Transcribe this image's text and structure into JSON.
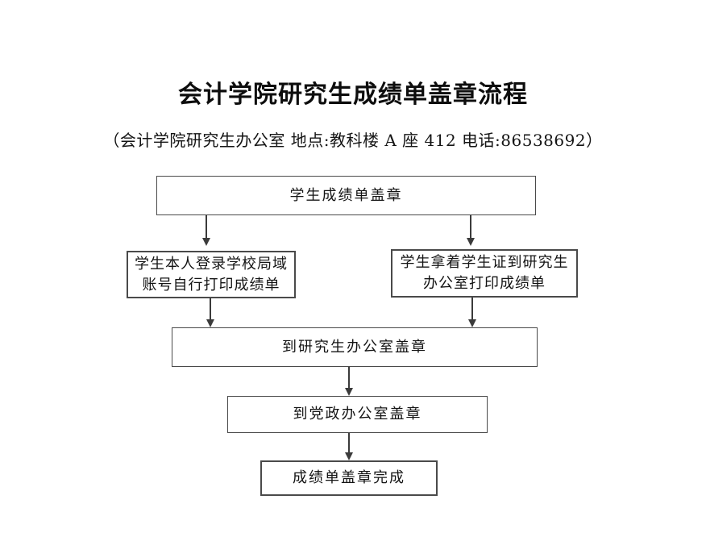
{
  "page": {
    "title": "会计学院研究生成绩单盖章流程",
    "subtitle": "（会计学院研究生办公室 地点:教科楼 A 座 412  电话:86538692）"
  },
  "flowchart": {
    "nodes": {
      "start": {
        "label": "学生成绩单盖章"
      },
      "self_print": {
        "label": "学生本人登录学校局域\n账号自行打印成绩单"
      },
      "office_print": {
        "label": "学生拿着学生证到研究生\n办公室打印成绩单"
      },
      "grad_stamp": {
        "label": "到研究生办公室盖章"
      },
      "party_stamp": {
        "label": "到党政办公室盖章"
      },
      "done": {
        "label": "成绩单盖章完成"
      }
    },
    "colors": {
      "border": "#4a4a4a",
      "arrow": "#3b3b3b",
      "text": "#141414",
      "background": "#ffffff"
    }
  }
}
